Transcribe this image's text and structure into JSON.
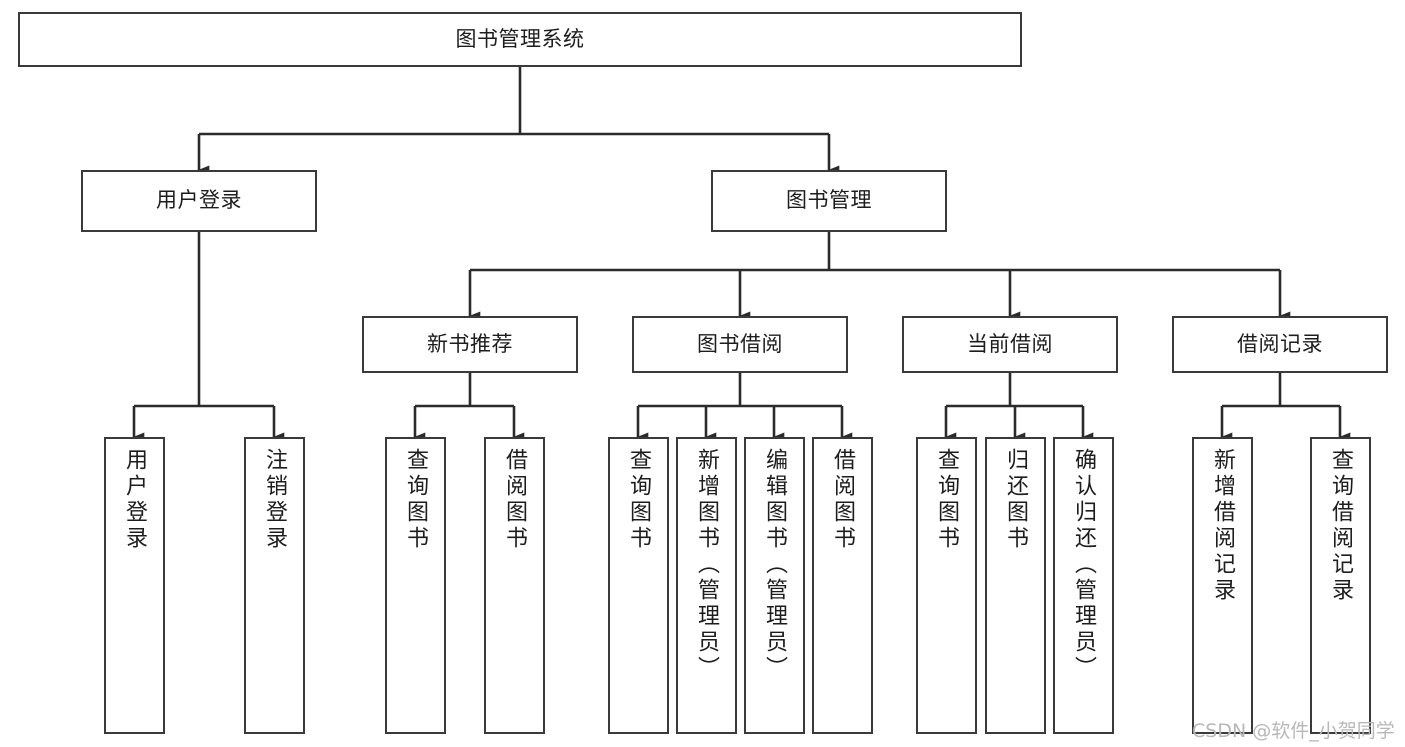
{
  "diagram": {
    "title": "图书管理系统",
    "type": "functional-structure-tree",
    "watermark": "CSDN @软件_小贺同学",
    "colors": {
      "node_border": "#3a3a3a",
      "node_fill": "#ffffff",
      "edge": "#2b2b2b",
      "text": "#1d1d1d",
      "watermark": "#b8b8b8",
      "background": "#ffffff"
    },
    "levels": {
      "root": {
        "label": "图书管理系统"
      },
      "level2": [
        {
          "id": "user-login",
          "label": "用户登录"
        },
        {
          "id": "book-management",
          "label": "图书管理"
        }
      ],
      "level3": [
        {
          "id": "new-book-recommend",
          "label": "新书推荐",
          "parent": "book-management"
        },
        {
          "id": "book-borrow",
          "label": "图书借阅",
          "parent": "book-management"
        },
        {
          "id": "current-borrow",
          "label": "当前借阅",
          "parent": "book-management"
        },
        {
          "id": "borrow-record",
          "label": "借阅记录",
          "parent": "book-management"
        }
      ],
      "leaves": [
        {
          "id": "leaf-user-login",
          "label": "用户登录",
          "parent": "user-login"
        },
        {
          "id": "leaf-logout-login",
          "label": "注销登录",
          "parent": "user-login"
        },
        {
          "id": "leaf-query-books-1",
          "label": "查询图书",
          "parent": "new-book-recommend"
        },
        {
          "id": "leaf-borrow-books-1",
          "label": "借阅图书",
          "parent": "new-book-recommend"
        },
        {
          "id": "leaf-query-books-2",
          "label": "查询图书",
          "parent": "book-borrow"
        },
        {
          "id": "leaf-add-book",
          "label": "新增图书（管理员）",
          "parent": "book-borrow"
        },
        {
          "id": "leaf-edit-book",
          "label": "编辑图书（管理员）",
          "parent": "book-borrow"
        },
        {
          "id": "leaf-borrow-books-2",
          "label": "借阅图书",
          "parent": "book-borrow"
        },
        {
          "id": "leaf-query-books-3",
          "label": "查询图书",
          "parent": "current-borrow"
        },
        {
          "id": "leaf-return-books",
          "label": "归还图书",
          "parent": "current-borrow"
        },
        {
          "id": "leaf-confirm-return",
          "label": "确认归还（管理员）",
          "parent": "current-borrow"
        },
        {
          "id": "leaf-add-borrow-record",
          "label": "新增借阅记录",
          "parent": "borrow-record"
        },
        {
          "id": "leaf-query-borrow-record",
          "label": "查询借阅记录",
          "parent": "borrow-record"
        }
      ]
    }
  }
}
